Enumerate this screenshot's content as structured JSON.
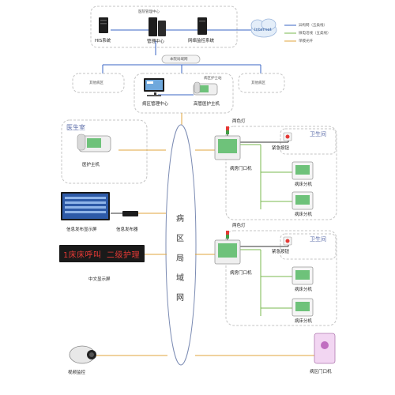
{
  "top": {
    "center_title": "医院管理中心",
    "his": "HIS系统",
    "mgmt_center": "管理中心",
    "surveillance": "网络监控系统",
    "internet": "Internet",
    "lan": "本院局域网"
  },
  "legend": {
    "items": [
      {
        "label": "异构网（五类线）",
        "color": "#3a66c4"
      },
      {
        "label": "微电话线（五类线）",
        "color": "#7ab84f"
      },
      {
        "label": "单模光纤",
        "color": "#e0a63c"
      }
    ]
  },
  "ward_row": {
    "other_left": "其他病区",
    "nurse_station": "病区护士站",
    "ward_mgmt": "病区管理中心",
    "nurse_host": "高管医护主机",
    "other_right": "其他病区"
  },
  "doctor_room": {
    "title": "医生室",
    "device": "医护主机"
  },
  "info": {
    "screen": "信息发布显示屏",
    "publisher": "信息发布器"
  },
  "led": {
    "text": "1床床呼叫  二级护理",
    "caption": "中文显示屏"
  },
  "camera": {
    "caption": "视频监控"
  },
  "network_label": [
    "病",
    "区",
    "局",
    "域",
    "网"
  ],
  "ward_groups": [
    {
      "lamp": "两色灯",
      "door": "病房门口机",
      "bathroom": "卫生间",
      "emergency": "紧急按钮",
      "bed1": "病床分机",
      "bed2": "病床分机"
    },
    {
      "lamp": "两色灯",
      "door": "病房门口机",
      "bathroom": "卫生间",
      "emergency": "紧急按钮",
      "bed1": "病床分机",
      "bed2": "病床分机"
    }
  ],
  "ward_door": {
    "caption": "病区门口机"
  }
}
